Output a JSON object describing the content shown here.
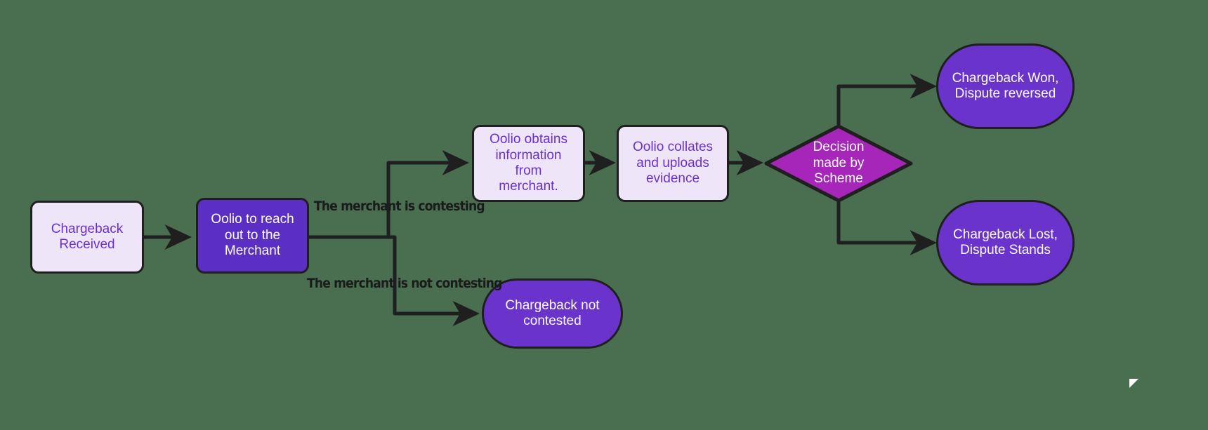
{
  "diagram": {
    "type": "flowchart",
    "title": "Chargeback dispute flow",
    "background_color": "#4a6e50",
    "colors": {
      "light_node_fill": "#eee6f8",
      "light_node_text": "#6a2fd0",
      "purple_node_fill": "#5b2ec4",
      "pill_node_fill": "#6a33cc",
      "decision_fill": "#a526b8",
      "stroke": "#1f1f1f",
      "edge_label_text": "#1b1b1b"
    },
    "nodes": [
      {
        "id": "chargeback-received",
        "label": "Chargeback\nReceived",
        "shape": "rounded-rect",
        "style": "light"
      },
      {
        "id": "oolio-reach-out",
        "label": "Oolio to reach\nout to the\nMerchant",
        "shape": "rounded-rect",
        "style": "purple"
      },
      {
        "id": "oolio-obtains-info",
        "label": "Oolio obtains\ninformation\nfrom\nmerchant.",
        "shape": "rounded-rect",
        "style": "light"
      },
      {
        "id": "oolio-collates",
        "label": "Oolio collates\nand uploads\nevidence",
        "shape": "rounded-rect",
        "style": "light"
      },
      {
        "id": "decision-scheme",
        "label": "Decision\nmade by\nScheme",
        "shape": "diamond",
        "style": "decision"
      },
      {
        "id": "chargeback-won",
        "label": "Chargeback Won,\nDispute reversed",
        "shape": "pill",
        "style": "pill"
      },
      {
        "id": "chargeback-lost",
        "label": "Chargeback Lost,\nDispute Stands",
        "shape": "pill",
        "style": "pill"
      },
      {
        "id": "chargeback-not-contested",
        "label": "Chargeback not\ncontested",
        "shape": "pill",
        "style": "pill"
      }
    ],
    "edge_labels": [
      {
        "id": "contesting",
        "text": "The merchant is contesting"
      },
      {
        "id": "not-contesting",
        "text": "The merchant is not contesting"
      }
    ],
    "edges": [
      {
        "from": "chargeback-received",
        "to": "oolio-reach-out",
        "label": ""
      },
      {
        "from": "oolio-reach-out",
        "to": "oolio-obtains-info",
        "label": "The merchant is contesting"
      },
      {
        "from": "oolio-reach-out",
        "to": "chargeback-not-contested",
        "label": "The merchant is not contesting"
      },
      {
        "from": "oolio-obtains-info",
        "to": "oolio-collates",
        "label": ""
      },
      {
        "from": "oolio-collates",
        "to": "decision-scheme",
        "label": ""
      },
      {
        "from": "decision-scheme",
        "to": "chargeback-won",
        "label": ""
      },
      {
        "from": "decision-scheme",
        "to": "chargeback-lost",
        "label": ""
      }
    ],
    "cursor": {
      "name": "pointer-mark",
      "visible": true
    }
  }
}
